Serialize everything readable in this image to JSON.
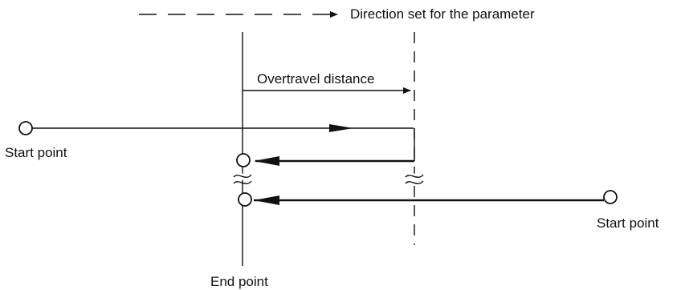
{
  "labels": {
    "direction": "Direction set for the parameter",
    "overtravel": "Overtravel distance",
    "start_left": "Start point",
    "start_right": "Start point",
    "end": "End point"
  },
  "colors": {
    "ink": "#111111",
    "background": "#ffffff"
  }
}
